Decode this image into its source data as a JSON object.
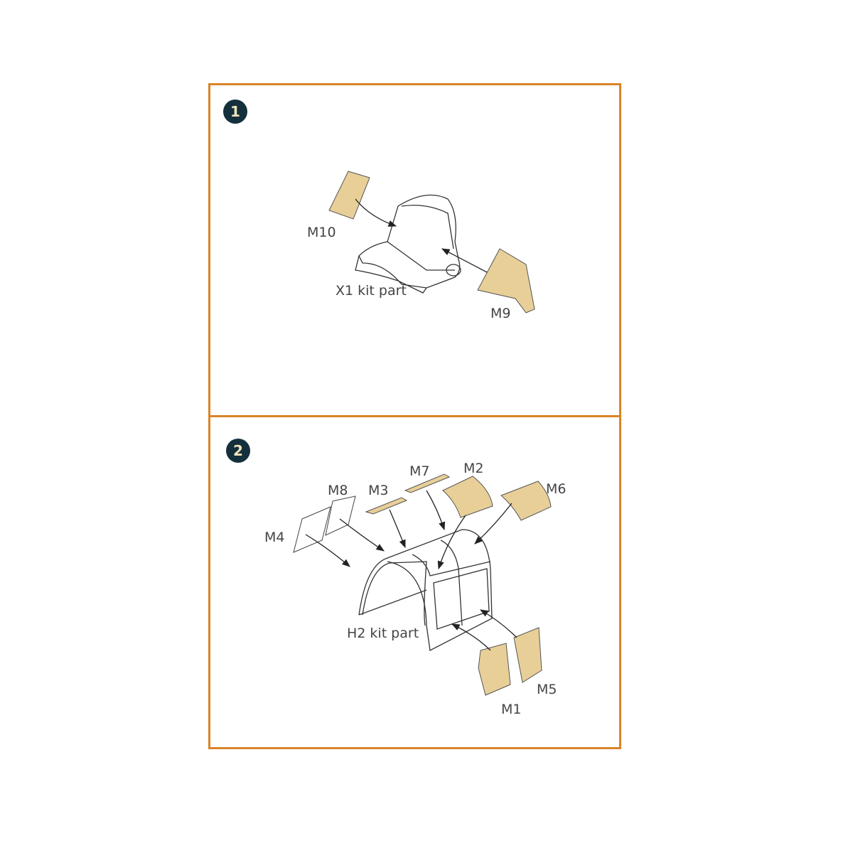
{
  "colors": {
    "frame": "#d88428",
    "badge": "#14303d",
    "badge_text": "#f0e4b8",
    "mask_fill": "#e8cf98",
    "line": "#222222"
  },
  "steps": [
    {
      "number": "1",
      "kit_part_label": "X1 kit part",
      "masks": [
        {
          "label": "M10"
        },
        {
          "label": "M9"
        }
      ]
    },
    {
      "number": "2",
      "kit_part_label": "H2 kit part",
      "masks": [
        {
          "label": "M8"
        },
        {
          "label": "M3"
        },
        {
          "label": "M7"
        },
        {
          "label": "M2"
        },
        {
          "label": "M6"
        },
        {
          "label": "M4"
        },
        {
          "label": "M5"
        },
        {
          "label": "M1"
        }
      ]
    }
  ]
}
